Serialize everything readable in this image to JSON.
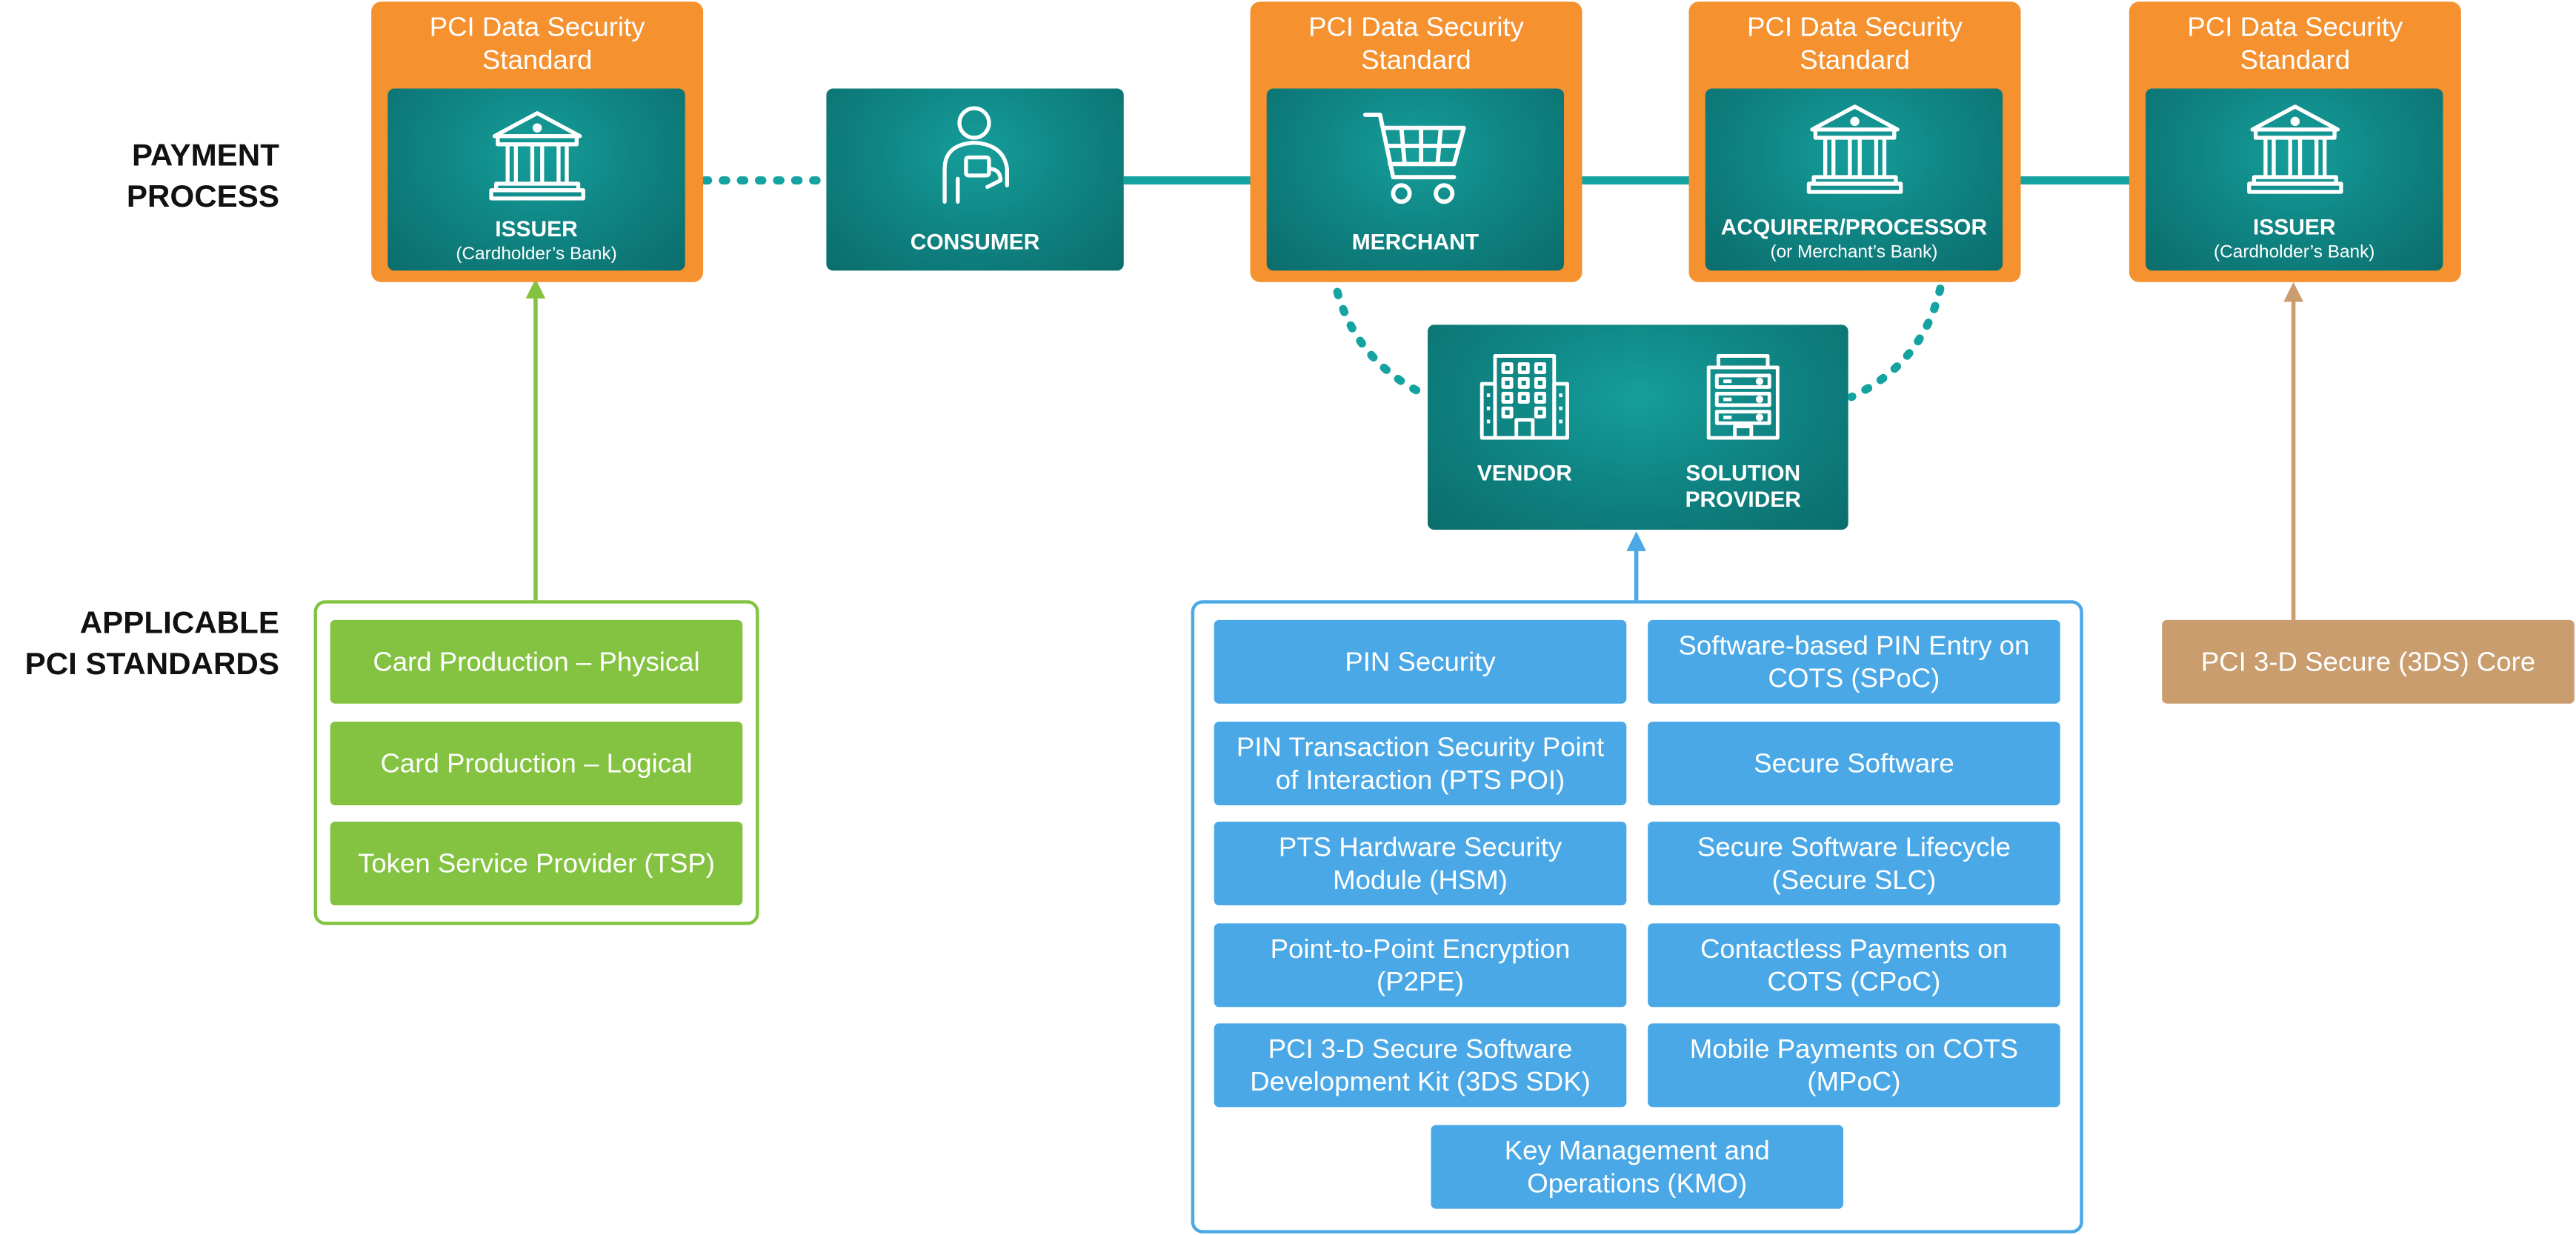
{
  "labels": {
    "payment_process": "PAYMENT\nPROCESS",
    "applicable_standards": "APPLICABLE\nPCI STANDARDS"
  },
  "pci_frame_title": "PCI Data Security\nStandard",
  "entities": {
    "issuer_left": {
      "name": "ISSUER",
      "sub": "(Cardholder’s Bank)",
      "icon": "bank-icon"
    },
    "consumer": {
      "name": "CONSUMER",
      "sub": "",
      "icon": "person-with-card-icon"
    },
    "merchant": {
      "name": "MERCHANT",
      "sub": "",
      "icon": "shopping-cart-icon"
    },
    "acquirer": {
      "name": "ACQUIRER/PROCESSOR",
      "sub": "(or Merchant’s Bank)",
      "icon": "bank-icon"
    },
    "issuer_right": {
      "name": "ISSUER",
      "sub": "(Cardholder’s Bank)",
      "icon": "bank-icon"
    },
    "vendor": {
      "name": "VENDOR",
      "icon": "office-building-icon"
    },
    "solution_provider": {
      "name": "SOLUTION\nPROVIDER",
      "icon": "server-building-icon"
    }
  },
  "issuer_standards": [
    "Card Production – Physical",
    "Card Production – Logical",
    "Token Service Provider (TSP)"
  ],
  "vendor_standards": [
    "PIN Security",
    "Software-based PIN Entry on\nCOTS (SPoC)",
    "PIN Transaction Security Point\nof Interaction (PTS POI)",
    "Secure Software",
    "PTS Hardware Security\nModule (HSM)",
    "Secure Software Lifecycle\n(Secure SLC)",
    "Point-to-Point Encryption\n(P2PE)",
    "Contactless Payments on\nCOTS (CPoC)",
    "PCI 3-D Secure Software\nDevelopment Kit (3DS SDK)",
    "Mobile Payments on COTS\n(MPoC)",
    "Key Management and\nOperations (KMO)"
  ],
  "issuer_right_standards": [
    "PCI 3-D Secure (3DS) Core"
  ],
  "colors": {
    "pci_frame": "#f5912f",
    "entity_tile": "#0f8684",
    "connector_teal": "#14a3a0",
    "issuer_group": "#84c341",
    "vendor_group": "#4aa8e6",
    "threeds_group": "#c99d6e"
  }
}
